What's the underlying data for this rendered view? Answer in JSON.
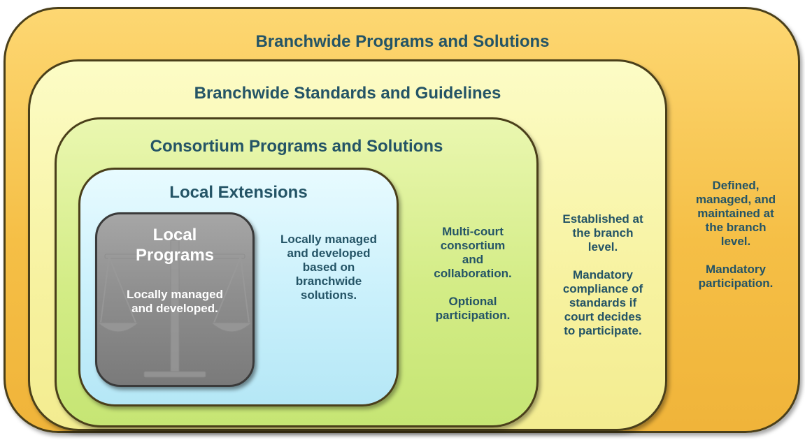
{
  "layers": {
    "branchwide_programs": {
      "title": "Branchwide Programs and Solutions",
      "description": "Defined,\nmanaged, and\nmaintained at\nthe branch\nlevel.\n\nMandatory\nparticipation."
    },
    "branchwide_standards": {
      "title": "Branchwide Standards and Guidelines",
      "description": "Established at\nthe branch\nlevel.\n\nMandatory\ncompliance of\nstandards if\ncourt decides\nto participate."
    },
    "consortium": {
      "title": "Consortium Programs and Solutions",
      "description": "Multi-court\nconsortium\nand\ncollaboration.\n\nOptional\nparticipation."
    },
    "local_extensions": {
      "title": "Local Extensions",
      "description": "Locally managed\nand developed\nbased on\nbranchwide\nsolutions."
    },
    "local_programs": {
      "title": "Local\nPrograms",
      "description": "Locally managed\nand developed.",
      "icon": "scales-of-justice-icon"
    }
  },
  "colors": {
    "outer_fill": "#f5bf46",
    "standards_fill": "#f7f2a0",
    "consortium_fill": "#d3ec86",
    "local_extensions_fill": "#c9f0fb",
    "local_programs_fill": "#8f8f8f",
    "text": "#245466",
    "border": "#4a3f1a"
  }
}
